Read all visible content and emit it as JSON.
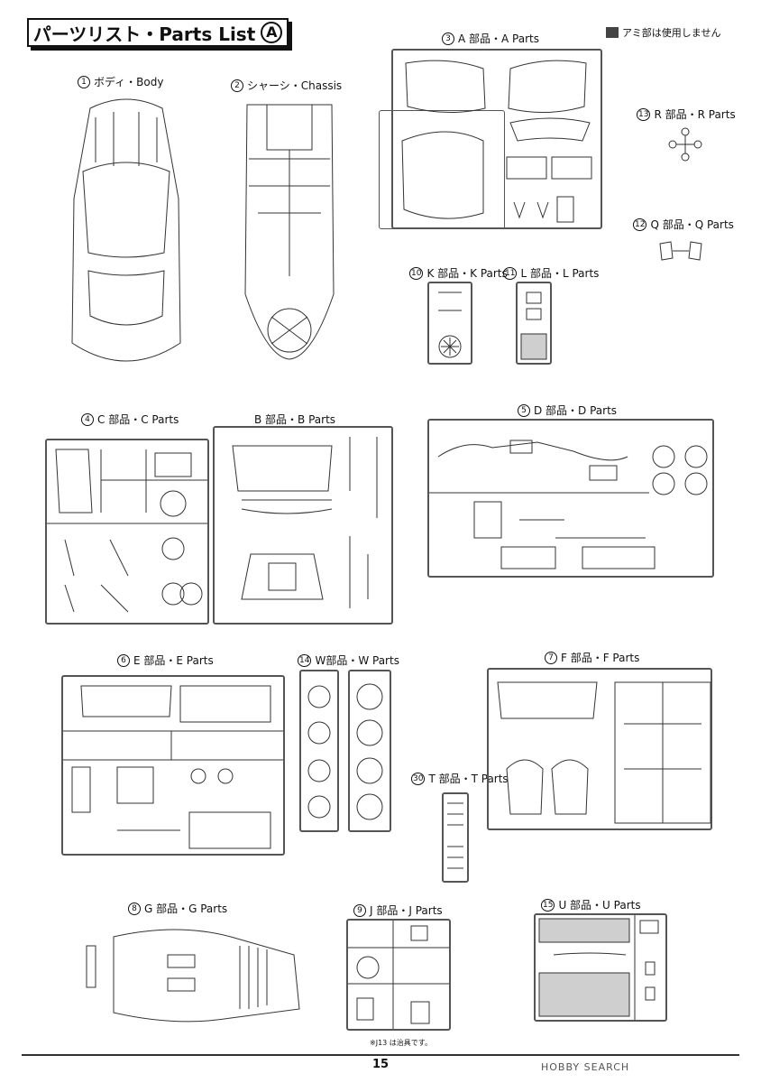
{
  "header": {
    "title": "パーツリスト・Parts List",
    "title_mark": "A",
    "mesh_note": "アミ部は使用しません"
  },
  "sections": {
    "body": {
      "num": "1",
      "label": "ボディ・Body"
    },
    "chassis": {
      "num": "2",
      "label": "シャーシ・Chassis"
    },
    "a_parts": {
      "num": "3",
      "label": "A 部品・A Parts"
    },
    "r_parts": {
      "num": "13",
      "label": "R 部品・R Parts"
    },
    "q_parts": {
      "num": "12",
      "label": "Q 部品・Q Parts"
    },
    "k_parts": {
      "num": "10",
      "label": "K 部品・K Parts"
    },
    "l_parts": {
      "num": "11",
      "label": "L 部品・L Parts"
    },
    "c_parts": {
      "num": "4",
      "label": "C 部品・C Parts"
    },
    "b_parts": {
      "label": "B 部品・B Parts"
    },
    "d_parts": {
      "num": "5",
      "label": "D 部品・D Parts"
    },
    "e_parts": {
      "num": "6",
      "label": "E 部品・E Parts"
    },
    "w_parts": {
      "num": "14",
      "label": "W部品・W Parts"
    },
    "f_parts": {
      "num": "7",
      "label": "F 部品・F Parts"
    },
    "t_parts": {
      "num": "30",
      "label": "T 部品・T Parts"
    },
    "g_parts": {
      "num": "8",
      "label": "G 部品・G Parts"
    },
    "j_parts": {
      "num": "9",
      "label": "J 部品・J Parts"
    },
    "u_parts": {
      "num": "15",
      "label": "U 部品・U Parts"
    }
  },
  "footer": {
    "note": "※J13 は治具です。",
    "page_number": "15",
    "watermark": "HOBBY SEARCH"
  },
  "colors": {
    "line": "#333333",
    "mesh": "#444444"
  }
}
